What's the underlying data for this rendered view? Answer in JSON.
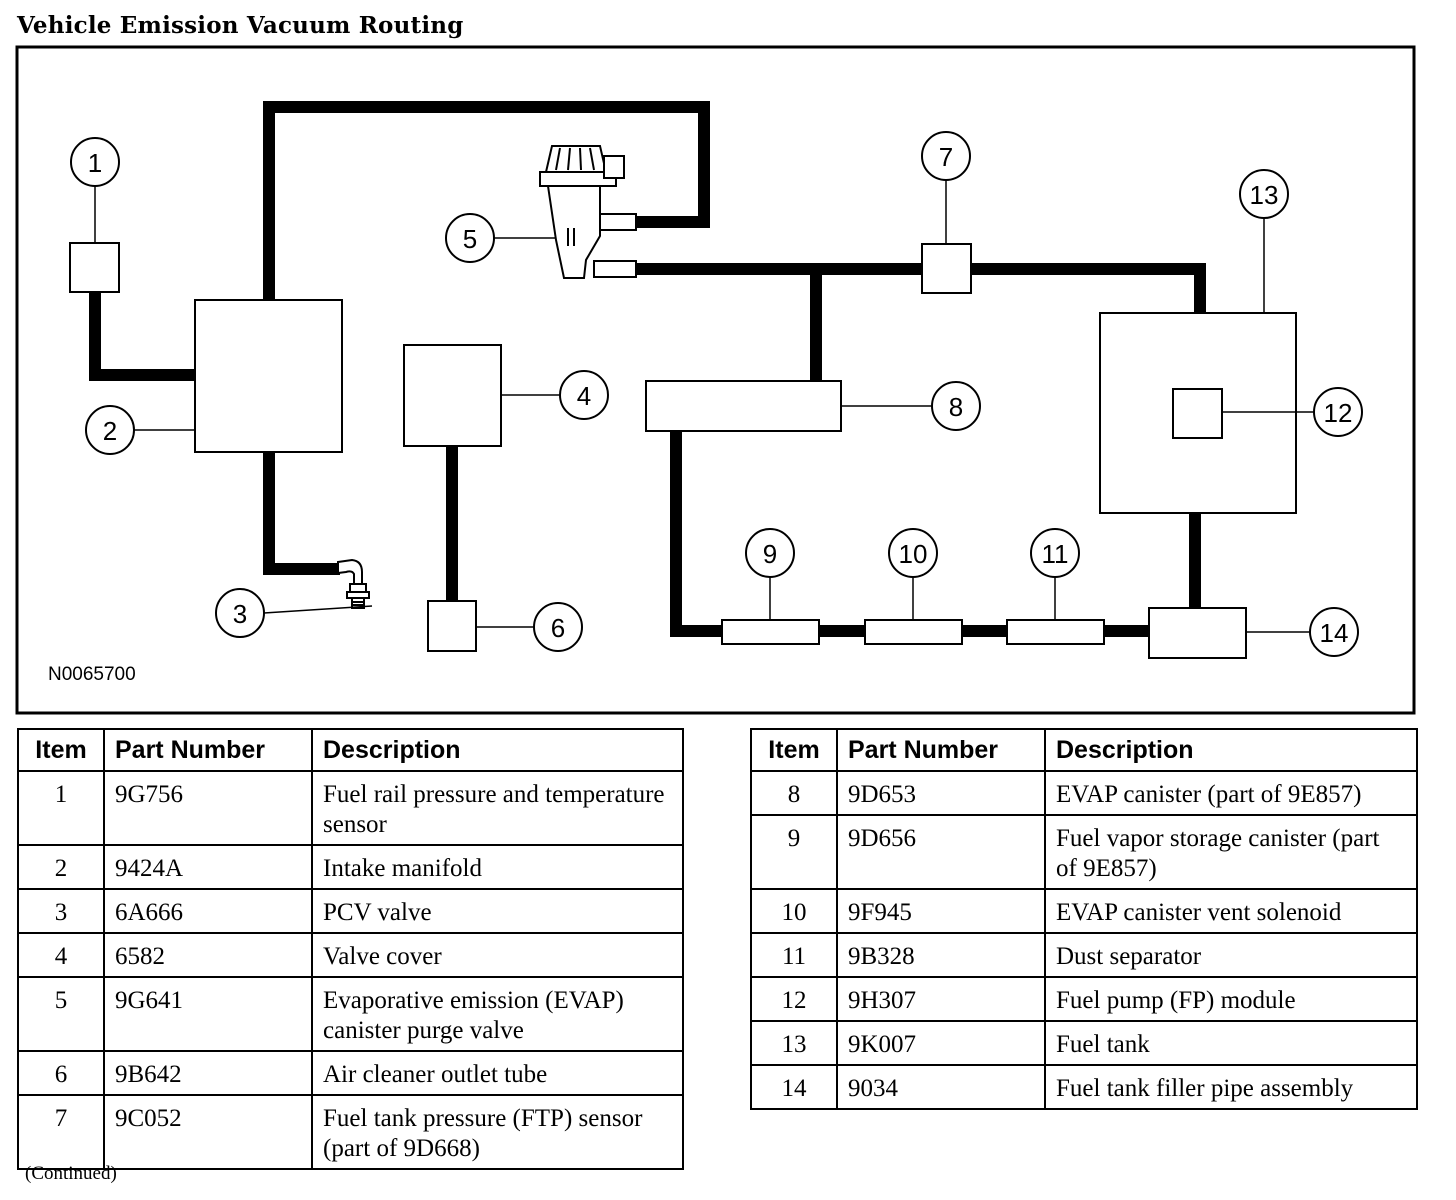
{
  "title": "Vehicle Emission Vacuum Routing",
  "figure_id": "N0065700",
  "callouts": [
    "1",
    "2",
    "3",
    "4",
    "5",
    "6",
    "7",
    "8",
    "9",
    "10",
    "11",
    "12",
    "13",
    "14"
  ],
  "legend": {
    "headers": {
      "item": "Item",
      "part_number": "Part Number",
      "description": "Description"
    },
    "left": [
      {
        "item": "1",
        "part": "9G756",
        "desc": "Fuel rail pressure and temperature sensor"
      },
      {
        "item": "2",
        "part": "9424A",
        "desc": "Intake manifold"
      },
      {
        "item": "3",
        "part": "6A666",
        "desc": "PCV valve"
      },
      {
        "item": "4",
        "part": "6582",
        "desc": "Valve cover"
      },
      {
        "item": "5",
        "part": "9G641",
        "desc": "Evaporative emission (EVAP) canister purge valve"
      },
      {
        "item": "6",
        "part": "9B642",
        "desc": "Air cleaner outlet tube"
      },
      {
        "item": "7",
        "part": "9C052",
        "desc": "Fuel tank pressure (FTP) sensor (part of 9D668)"
      }
    ],
    "right": [
      {
        "item": "8",
        "part": "9D653",
        "desc": "EVAP canister (part of 9E857)"
      },
      {
        "item": "9",
        "part": "9D656",
        "desc": "Fuel vapor storage canister (part of 9E857)"
      },
      {
        "item": "10",
        "part": "9F945",
        "desc": "EVAP canister vent solenoid"
      },
      {
        "item": "11",
        "part": "9B328",
        "desc": "Dust separator"
      },
      {
        "item": "12",
        "part": "9H307",
        "desc": "Fuel pump (FP) module"
      },
      {
        "item": "13",
        "part": "9K007",
        "desc": "Fuel tank"
      },
      {
        "item": "14",
        "part": "9034",
        "desc": "Fuel tank filler pipe assembly"
      }
    ]
  },
  "continued": "(Continued)"
}
